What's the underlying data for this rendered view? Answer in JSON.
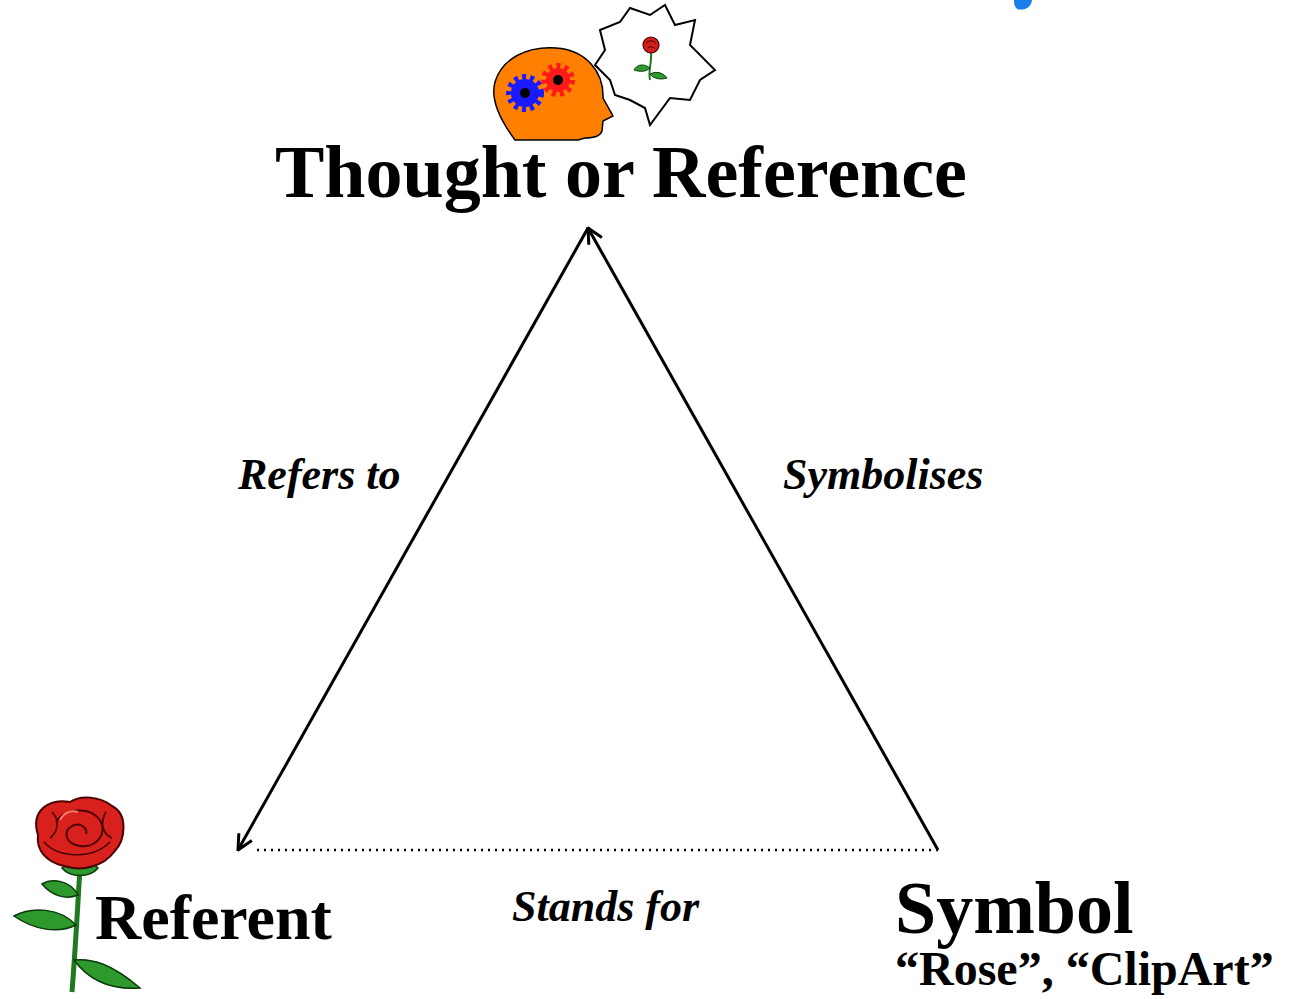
{
  "diagram": {
    "nodes": [
      {
        "text": [
          "Thought or Reference"
        ]
      },
      {
        "text": [
          "Referent"
        ]
      },
      {
        "text": [
          "Symbol",
          "“Rose”, “ClipArt”"
        ]
      }
    ],
    "edges": [
      {
        "from": 0,
        "to": 1,
        "arrow": "to",
        "label": "Refers to"
      },
      {
        "from": 2,
        "to": 0,
        "arrow": "to",
        "label": "Symbolises"
      },
      {
        "from": 2,
        "to": 1,
        "arrow": "none",
        "label": "Stands for"
      }
    ]
  }
}
